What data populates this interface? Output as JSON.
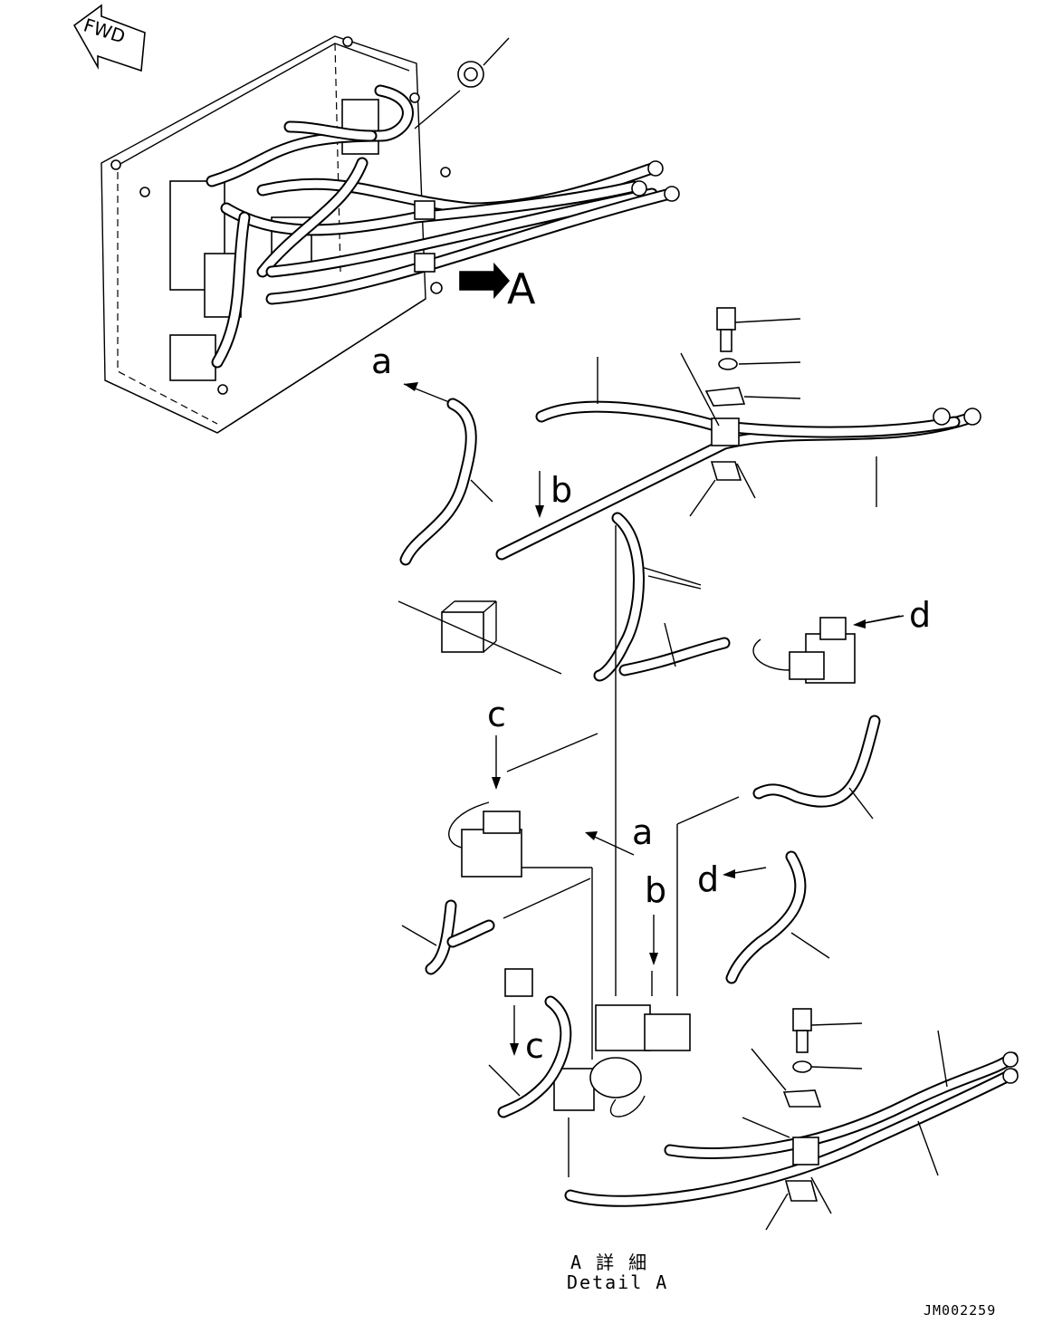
{
  "fwd_label": "FWD",
  "view_arrow_label": "A",
  "detail_caption_jp": "A 詳 細",
  "detail_caption_en": "Detail A",
  "drawing_code": "JM002259",
  "connection_labels": {
    "a_top": "a",
    "a_mid": "a",
    "b_top": "b",
    "b_mid": "b",
    "c_top": "c",
    "c_low": "c",
    "d_right": "d",
    "d_mid": "d"
  }
}
